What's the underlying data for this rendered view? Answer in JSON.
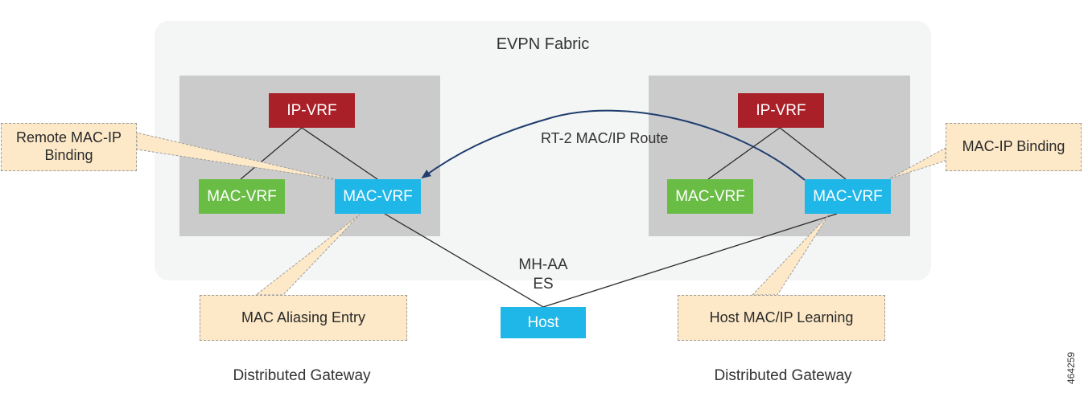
{
  "fabric": {
    "title": "EVPN Fabric"
  },
  "left_gateway": {
    "ip_vrf": "IP-VRF",
    "mac_vrf_green": "MAC-VRF",
    "mac_vrf_blue": "MAC-VRF",
    "caption": "Distributed Gateway"
  },
  "right_gateway": {
    "ip_vrf": "IP-VRF",
    "mac_vrf_green": "MAC-VRF",
    "mac_vrf_blue": "MAC-VRF",
    "caption": "Distributed Gateway"
  },
  "route_label": "RT-2 MAC/IP Route",
  "es_label": {
    "line1": "MH-AA",
    "line2": "ES"
  },
  "host": "Host",
  "callouts": {
    "remote_binding_line1": "Remote MAC-IP",
    "remote_binding_line2": "Binding",
    "mac_ip_binding": "MAC-IP Binding",
    "mac_aliasing": "MAC Aliasing Entry",
    "host_learning": "Host MAC/IP Learning"
  },
  "figure_id": "464259",
  "colors": {
    "ip_vrf": "#aa2028",
    "mac_vrf_green": "#69bd45",
    "mac_vrf_blue": "#1fb6e8",
    "callout": "#fde9c8",
    "route_arrow": "#1f3d6e"
  }
}
